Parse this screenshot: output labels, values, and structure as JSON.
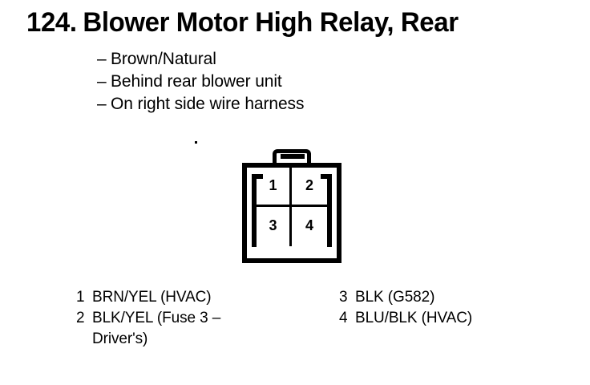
{
  "title": {
    "number": "124.",
    "text": "Blower Motor High Relay, Rear"
  },
  "notes": [
    {
      "dash": "–",
      "text": "Brown/Natural"
    },
    {
      "dash": "–",
      "text": "Behind rear blower unit"
    },
    {
      "dash": "–",
      "text": "On right side wire harness"
    }
  ],
  "connector": {
    "pins": [
      {
        "number": "1"
      },
      {
        "number": "2"
      },
      {
        "number": "3"
      },
      {
        "number": "4"
      }
    ]
  },
  "legend": {
    "left_column": [
      {
        "number": "1",
        "label": "BRN/YEL (HVAC)",
        "continuation": ""
      },
      {
        "number": "2",
        "label": "BLK/YEL (Fuse 3 –",
        "continuation": "Driver's)"
      }
    ],
    "right_column": [
      {
        "number": "3",
        "label": "BLK (G582)",
        "continuation": ""
      },
      {
        "number": "4",
        "label": "BLU/BLK (HVAC)",
        "continuation": ""
      }
    ]
  },
  "colors": {
    "ink": "#000000",
    "paper": "#ffffff"
  }
}
